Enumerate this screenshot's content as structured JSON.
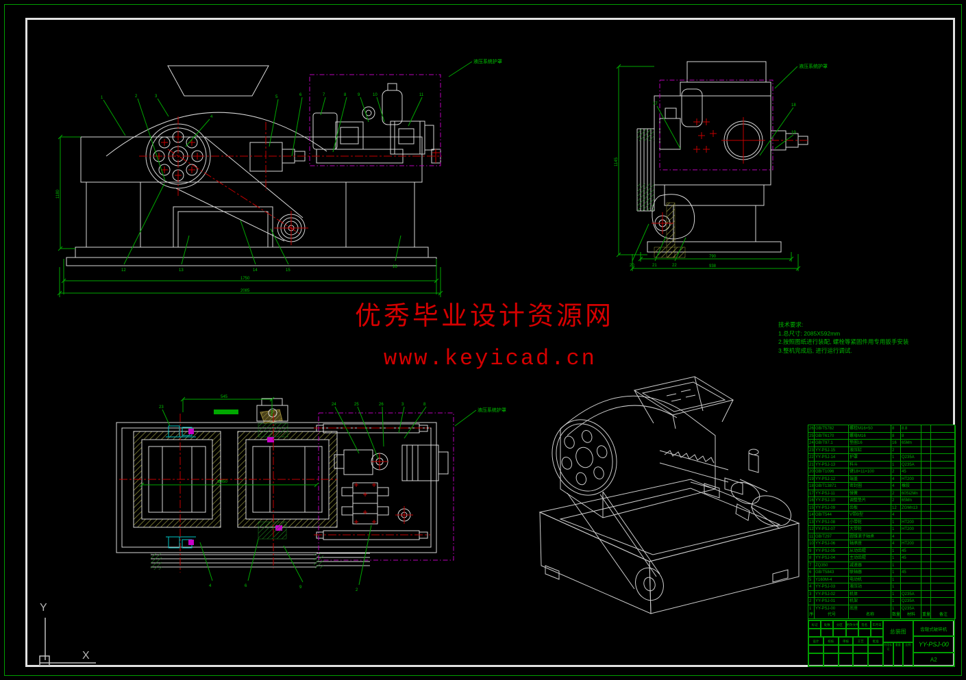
{
  "watermark": {
    "line1": "优秀毕业设计资源网",
    "line2": "www.keyicad.cn",
    "color": "#d50000"
  },
  "tech": {
    "title": "技术要求:",
    "items": [
      "1.总尺寸: 2085X592mm",
      "2.按照图纸进行装配, 螺栓等紧固件用专用扳手安装",
      "3.整机完成后, 进行运行调试."
    ]
  },
  "guard_label": "液压系统护罩",
  "ucs": {
    "x_label": "X",
    "y_label": "Y"
  },
  "colors": {
    "background": "#000000",
    "line_green": "#00a800",
    "text_green": "#00b400",
    "geometry_white": "#d9d9d9",
    "centerline_red": "#c40000",
    "viewport_magenta": "#bb00bb",
    "detail_cyan": "#00c6c6",
    "hatch_olive": "#9a9a40",
    "watermark_red": "#d50000"
  },
  "dims": {
    "front_left": "1180",
    "front_bottom_inner": "1750",
    "front_bottom_outer": "2085",
    "side_left": "1145",
    "side_bottom_inner": "790",
    "side_bottom_outer": "938",
    "section_top": "545",
    "section_mid": "Φ450"
  },
  "balloons": {
    "front": [
      "1",
      "2",
      "3",
      "4",
      "5",
      "6",
      "7",
      "8",
      "9",
      "10",
      "11",
      "12",
      "13",
      "14",
      "15",
      "16"
    ],
    "side": [
      "17",
      "18",
      "19",
      "20",
      "21",
      "22"
    ],
    "section": [
      "23",
      "24",
      "25",
      "26",
      "3",
      "8",
      "4",
      "6",
      "9",
      "2"
    ]
  },
  "bom": {
    "headers": [
      "序号",
      "代号",
      "名称",
      "数量",
      "材料",
      "重量",
      "备注"
    ],
    "rows": [
      [
        "26",
        "GB/T5782",
        "螺栓M16×50",
        "8",
        "8.8",
        "",
        ""
      ],
      [
        "25",
        "GB/T6170",
        "螺母M16",
        "8",
        "8",
        "",
        ""
      ],
      [
        "24",
        "GB/T97.1",
        "垫圈16",
        "16",
        "65Mn",
        "",
        ""
      ],
      [
        "23",
        "YY-PSJ-15",
        "液压缸",
        "2",
        "",
        "",
        ""
      ],
      [
        "22",
        "YY-PSJ-14",
        "护罩",
        "1",
        "Q235A",
        "",
        ""
      ],
      [
        "21",
        "YY-PSJ-13",
        "料斗",
        "1",
        "Q235A",
        "",
        ""
      ],
      [
        "20",
        "GB/T1096",
        "键18×11×100",
        "2",
        "45",
        "",
        ""
      ],
      [
        "19",
        "YY-PSJ-12",
        "端盖",
        "4",
        "HT200",
        "",
        ""
      ],
      [
        "18",
        "GB/T13871",
        "密封圈",
        "4",
        "橡胶",
        "",
        ""
      ],
      [
        "17",
        "YY-PSJ-11",
        "弹簧",
        "2",
        "60Si2Mn",
        "",
        ""
      ],
      [
        "16",
        "YY-PSJ-10",
        "调整垫片",
        "2",
        "65Mn",
        "",
        ""
      ],
      [
        "15",
        "YY-PSJ-09",
        "齿板",
        "12",
        "ZGMn13",
        "",
        ""
      ],
      [
        "14",
        "GB/T544",
        "V带B型",
        "4",
        "",
        "",
        ""
      ],
      [
        "13",
        "YY-PSJ-08",
        "小带轮",
        "1",
        "HT200",
        "",
        ""
      ],
      [
        "12",
        "YY-PSJ-07",
        "大带轮",
        "1",
        "HT200",
        "",
        ""
      ],
      [
        "11",
        "GB/T297",
        "圆锥滚子轴承",
        "4",
        "",
        "",
        ""
      ],
      [
        "10",
        "YY-PSJ-06",
        "轴承座",
        "4",
        "HT200",
        "",
        ""
      ],
      [
        "9",
        "YY-PSJ-05",
        "从动齿辊",
        "1",
        "45",
        "",
        ""
      ],
      [
        "8",
        "YY-PSJ-04",
        "主动齿辊",
        "1",
        "45",
        "",
        ""
      ],
      [
        "7",
        "ZQ350",
        "减速器",
        "1",
        "",
        "",
        ""
      ],
      [
        "6",
        "GB/T5843",
        "联轴器",
        "1",
        "45",
        "",
        ""
      ],
      [
        "5",
        "Y160M-4",
        "电动机",
        "1",
        "",
        "",
        ""
      ],
      [
        "4",
        "YY-PSJ-03",
        "液压站",
        "1",
        "",
        "",
        ""
      ],
      [
        "3",
        "YY-PSJ-02",
        "机体",
        "1",
        "Q235A",
        "",
        ""
      ],
      [
        "2",
        "YY-PSJ-01",
        "机架",
        "1",
        "Q235A",
        "",
        ""
      ],
      [
        "1",
        "YY-PSJ-00",
        "底座",
        "1",
        "Q235A",
        "",
        ""
      ]
    ]
  },
  "title_block": {
    "product": "齿辊式破碎机",
    "title": "总装图",
    "drawing_no": "YY-PSJ-00",
    "sheet": "A2",
    "sig1": [
      "标记",
      "处数",
      "分区",
      "更改文件号",
      "签名",
      "年月日"
    ],
    "sig2": [
      "设计",
      "校核",
      "审核",
      "工艺",
      "批准"
    ],
    "marks": [
      "阶段标记",
      "重量",
      "比例"
    ]
  }
}
